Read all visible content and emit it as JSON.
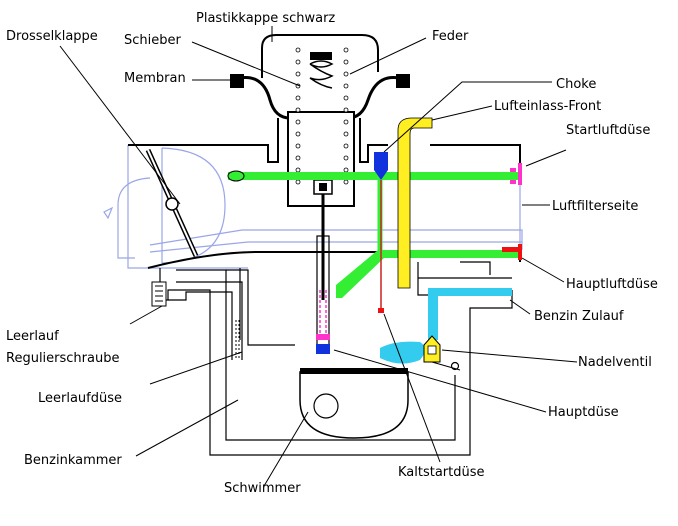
{
  "labels": {
    "plastikkappe": "Plastikkappe schwarz",
    "drosselklappe": "Drosselklappe",
    "schieber": "Schieber",
    "feder": "Feder",
    "membran": "Membran",
    "choke": "Choke",
    "lufteinlass": "Lufteinlass-Front",
    "startluftduese": "Startluftdüse",
    "luftfilterseite": "Luftfilterseite",
    "hauptluftduese": "Hauptluftdüse",
    "benzin_zulauf": "Benzin Zulauf",
    "leerlauf": "Leerlauf",
    "regulierschraube": "Regulierschraube",
    "nadelventil": "Nadelventil",
    "leerlaufduese": "Leerlaufdüse",
    "hauptduese": "Hauptdüse",
    "benzinkammer": "Benzinkammer",
    "kaltstartduese": "Kaltstartdüse",
    "schwimmer": "Schwimmer"
  },
  "colors": {
    "air_flow": "#33ee33",
    "fuel": "#33ccee",
    "choke_tube": "#ffee22",
    "jet_blue": "#1133dd",
    "magenta": "#ff33cc",
    "red": "#ee1111",
    "outline_light": "#9aa6e8"
  }
}
